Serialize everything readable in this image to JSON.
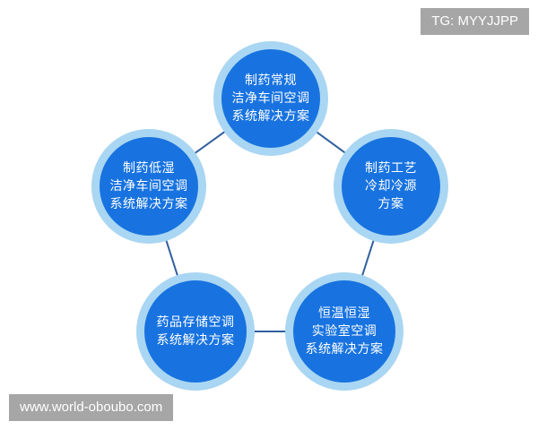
{
  "watermark_top": "TG: MYYJJPP",
  "watermark_bottom": "www.world-oboubo.com",
  "colors": {
    "circle_fill": "#1873e0",
    "circle_ring": "#a9d6f2",
    "link": "#2f5f9e"
  },
  "nodes": [
    {
      "id": "top",
      "lines": [
        "制药常规",
        "洁净车间空调",
        "系统解决方案"
      ]
    },
    {
      "id": "right",
      "lines": [
        "制药工艺",
        "冷却冷源",
        "方案"
      ]
    },
    {
      "id": "bottom-right",
      "lines": [
        "恒温恒湿",
        "实验室空调",
        "系统解决方案"
      ]
    },
    {
      "id": "bottom-left",
      "lines": [
        "药品存储空调",
        "系统解决方案"
      ]
    },
    {
      "id": "left",
      "lines": [
        "制药低湿",
        "洁净车间空调",
        "系统解决方案"
      ]
    }
  ],
  "links": [
    [
      "top",
      "right"
    ],
    [
      "right",
      "bottom-right"
    ],
    [
      "bottom-right",
      "bottom-left"
    ],
    [
      "bottom-left",
      "left"
    ],
    [
      "left",
      "top"
    ]
  ]
}
